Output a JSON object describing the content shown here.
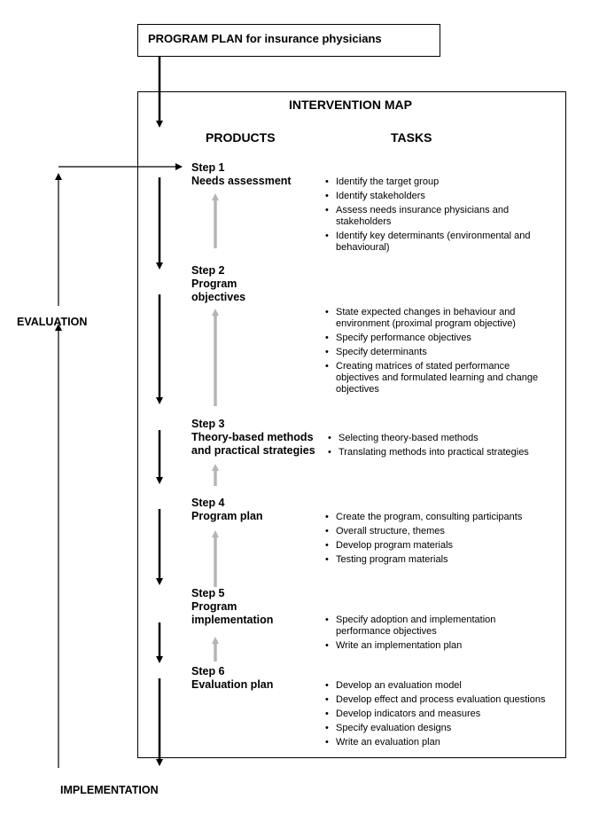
{
  "program_plan_title": "PROGRAM PLAN for insurance physicians",
  "intervention_map_title": "INTERVENTION MAP",
  "products_heading": "PRODUCTS",
  "tasks_heading": "TASKS",
  "evaluation_label": "EVALUATION",
  "implementation_label": "IMPLEMENTATION",
  "steps": [
    {
      "number": "Step 1",
      "title": [
        "Needs assessment"
      ],
      "tasks": [
        "Identify the target group",
        "Identify stakeholders",
        "Assess needs insurance physicians and stakeholders",
        "Identify key determinants (environmental and behavioural)"
      ]
    },
    {
      "number": "Step 2",
      "title": [
        "Program",
        "objectives"
      ],
      "tasks": [
        "State expected changes in behaviour and environment (proximal program objective)",
        "Specify performance objectives",
        "Specify determinants",
        "Creating matrices of stated performance objectives and formulated learning and change objectives"
      ]
    },
    {
      "number": "Step 3",
      "title": [
        "Theory-based methods",
        "and practical strategies"
      ],
      "tasks": [
        "Selecting theory-based methods",
        "Translating methods into practical strategies"
      ]
    },
    {
      "number": "Step 4",
      "title": [
        "Program plan"
      ],
      "tasks": [
        "Create  the program, consulting participants",
        "Overall structure, themes",
        "Develop program materials",
        "Testing program materials"
      ]
    },
    {
      "number": "Step 5",
      "title": [
        "Program",
        "implementation"
      ],
      "tasks": [
        "Specify adoption and implementation performance objectives",
        "Write an implementation plan"
      ]
    },
    {
      "number": "Step 6",
      "title": [
        "Evaluation plan"
      ],
      "tasks": [
        "Develop an evaluation model",
        "Develop effect and process evaluation questions",
        "Develop indicators and measures",
        "Specify evaluation designs",
        "Write an evaluation plan"
      ]
    }
  ]
}
